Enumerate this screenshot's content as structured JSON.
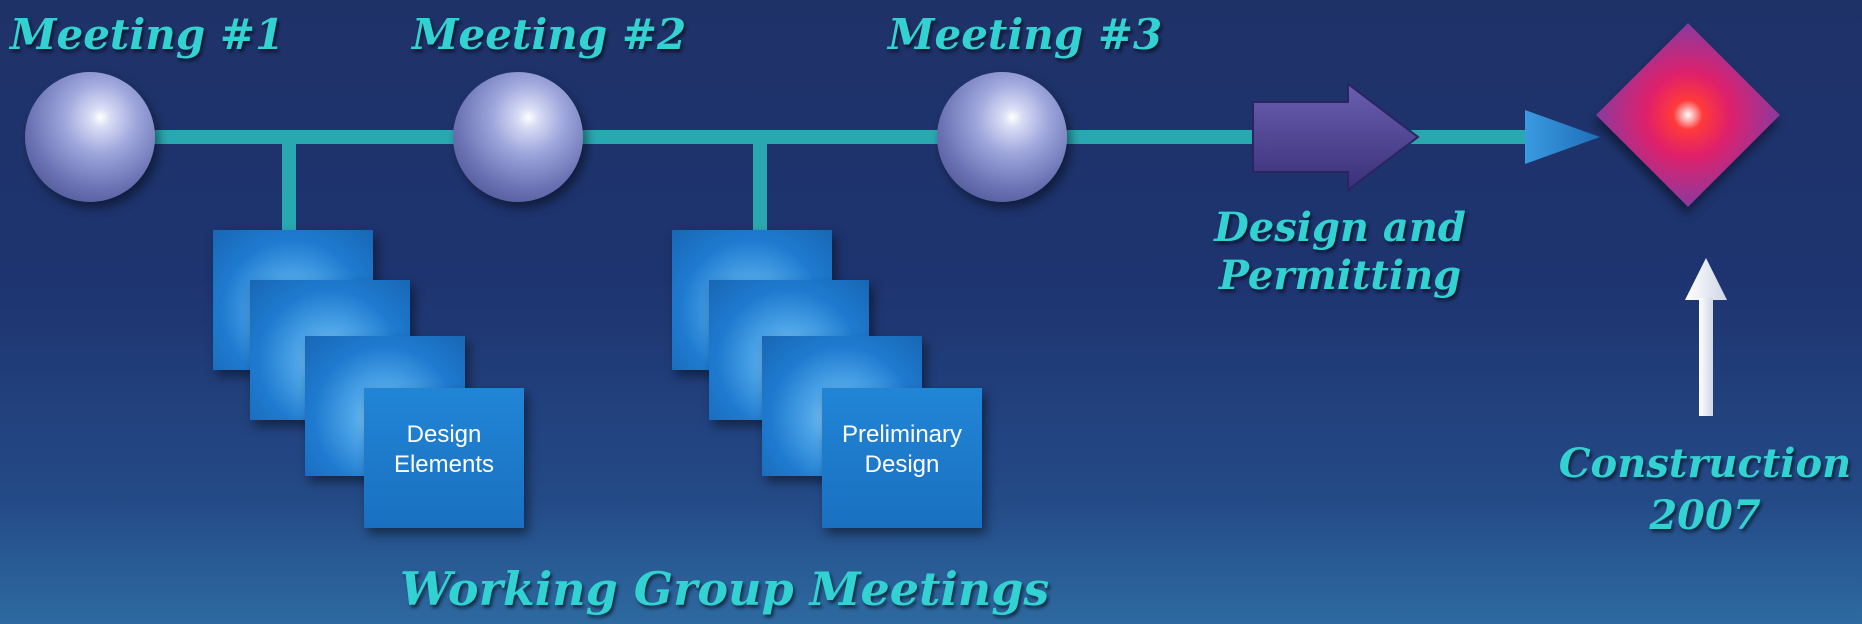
{
  "timeline": {
    "milestones": [
      {
        "label": "Meeting #1"
      },
      {
        "label": "Meeting #2"
      },
      {
        "label": "Meeting #3"
      }
    ],
    "phase": {
      "line1": "Design and",
      "line2": "Permitting"
    },
    "end": {
      "line1": "Construction",
      "line2": "2007"
    }
  },
  "working_groups": {
    "title": "Working Group Meetings",
    "stacks": [
      {
        "line1": "Design",
        "line2": "Elements"
      },
      {
        "line1": "Preliminary",
        "line2": "Design"
      }
    ]
  },
  "colors": {
    "background": "#1e3470",
    "label_text": "#33d2d2",
    "timeline_line": "#2aa8b0",
    "card_blue": "#1a70c0",
    "node": "#7c84c4",
    "arrow_purple": "#4a3f8c",
    "arrow_head": "#2e86c8",
    "goal_diamond": "#e0206a"
  }
}
